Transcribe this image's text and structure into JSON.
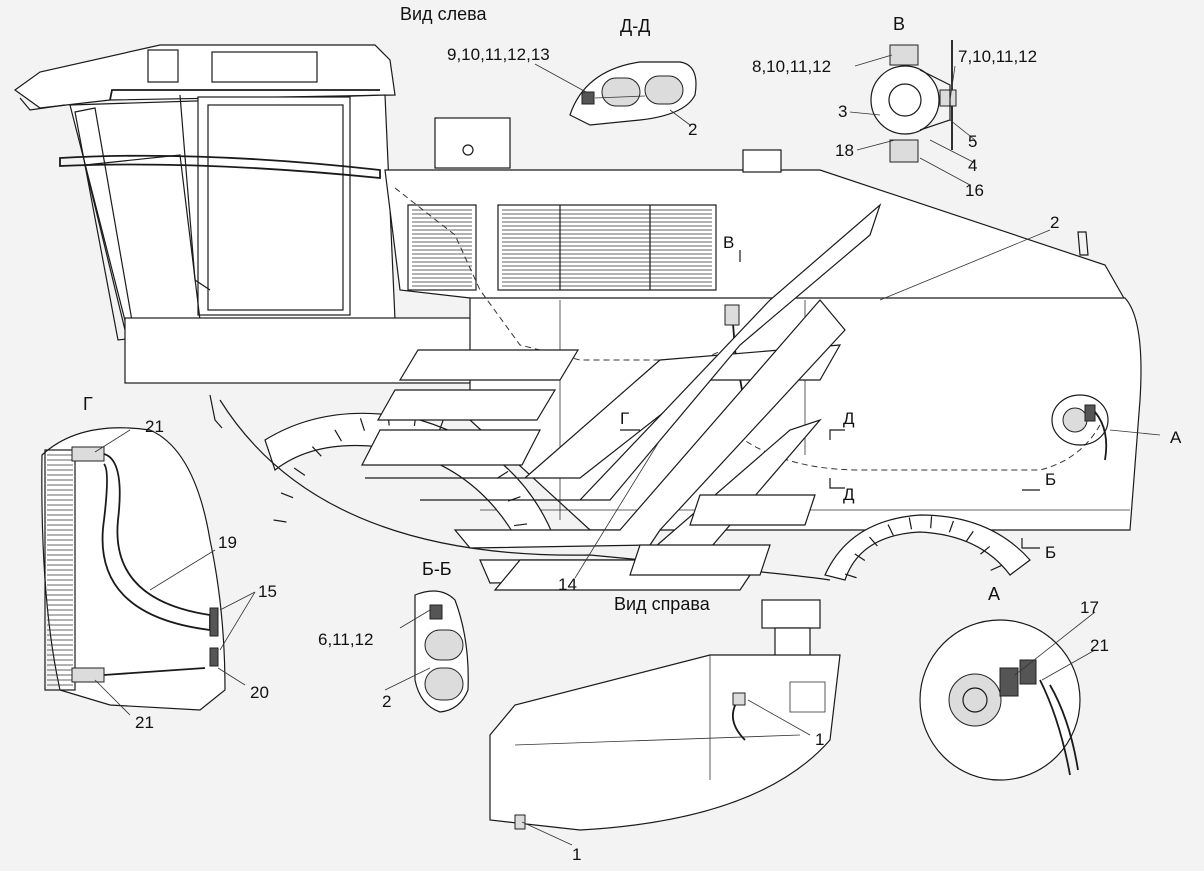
{
  "views": {
    "left_view": "Вид слева",
    "right_view": "Вид справа",
    "section_dd": "Д-Д",
    "section_bb": "Б-Б",
    "view_v": "В",
    "view_g": "Г",
    "view_a": "А"
  },
  "markers": {
    "v": "В",
    "g": "Г",
    "d1": "Д",
    "d2": "Д",
    "b1": "Б",
    "b2": "Б",
    "a": "А"
  },
  "callouts": {
    "dd_items": "9,10,11,12,13",
    "dd_hose": "2",
    "v_left": "8,10,11,12",
    "v_right": "7,10,11,12",
    "v_3": "3",
    "v_18": "18",
    "v_5": "5",
    "v_4": "4",
    "v_16": "16",
    "main_2": "2",
    "main_14": "14",
    "g_21_top": "21",
    "g_19": "19",
    "g_15": "15",
    "g_20": "20",
    "g_21_bottom": "21",
    "bb_items": "6,11,12",
    "bb_hose": "2",
    "tank_1_top": "1",
    "tank_1_bottom": "1",
    "a_17": "17",
    "a_21": "21"
  },
  "colors": {
    "background": "#f3f3f3",
    "line": "#1a1a1a",
    "fill": "#ffffff"
  }
}
